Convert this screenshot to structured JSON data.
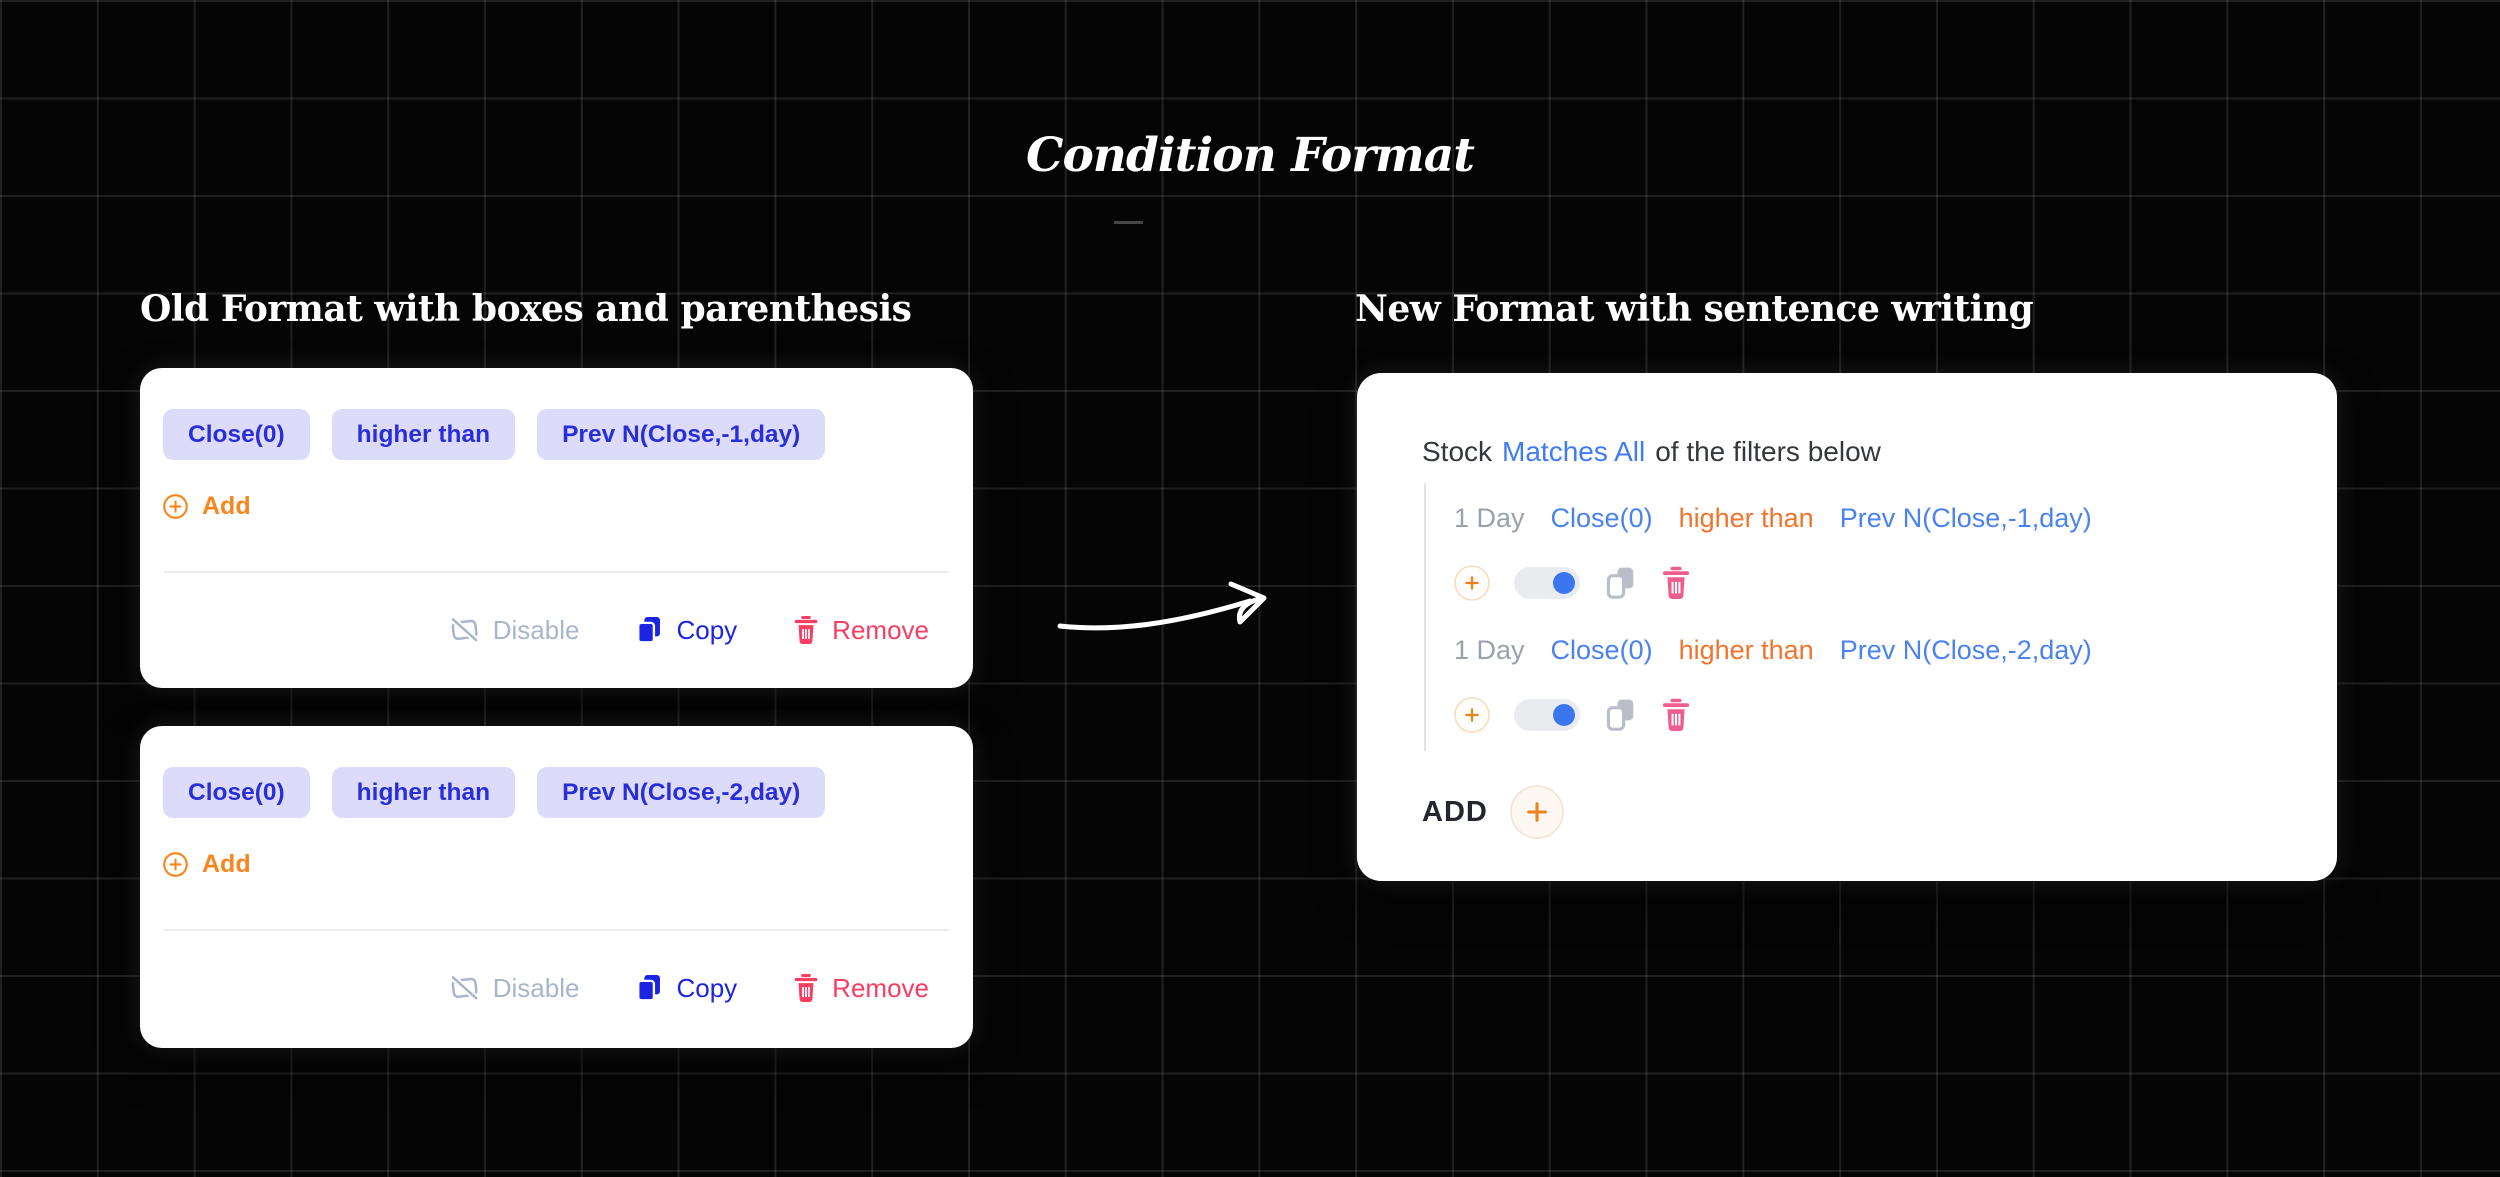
{
  "page": {
    "title": "Condition Format"
  },
  "old": {
    "heading": "Old Format with boxes and parenthesis",
    "cards": [
      {
        "chips": [
          "Close(0)",
          "higher than",
          "Prev N(Close,-1,day)"
        ],
        "add_label": "Add",
        "actions": {
          "disable": "Disable",
          "copy": "Copy",
          "remove": "Remove"
        }
      },
      {
        "chips": [
          "Close(0)",
          "higher than",
          "Prev N(Close,-2,day)"
        ],
        "add_label": "Add",
        "actions": {
          "disable": "Disable",
          "copy": "Copy",
          "remove": "Remove"
        }
      }
    ]
  },
  "new": {
    "heading": "New Format with sentence writing",
    "header": {
      "prefix": "Stock",
      "highlight": "Matches All",
      "suffix": "of the filters below"
    },
    "filters": [
      {
        "timeframe": "1 Day",
        "lhs": "Close(0)",
        "operator": "higher than",
        "rhs": "Prev N(Close,-1,day)",
        "enabled": true
      },
      {
        "timeframe": "1 Day",
        "lhs": "Close(0)",
        "operator": "higher than",
        "rhs": "Prev N(Close,-2,day)",
        "enabled": true
      }
    ],
    "add_label": "ADD"
  },
  "colors": {
    "background": "#050505",
    "grid_line": "#232323",
    "card_background": "#ffffff",
    "chip_background": "#dcdcfa",
    "chip_text": "#2a2ed8",
    "add_orange": "#f6871f",
    "disable_gray": "#a9b6ca",
    "copy_blue": "#1b24e0",
    "remove_red": "#f83e62",
    "timeframe_gray": "#9aa1ab",
    "indicator_blue": "#4a82ef",
    "operator_orange": "#f0742c",
    "matches_all_blue": "#3f7bf7",
    "toggle_on_blue": "#3a77ef",
    "trash_pink": "#ee5e8d"
  }
}
